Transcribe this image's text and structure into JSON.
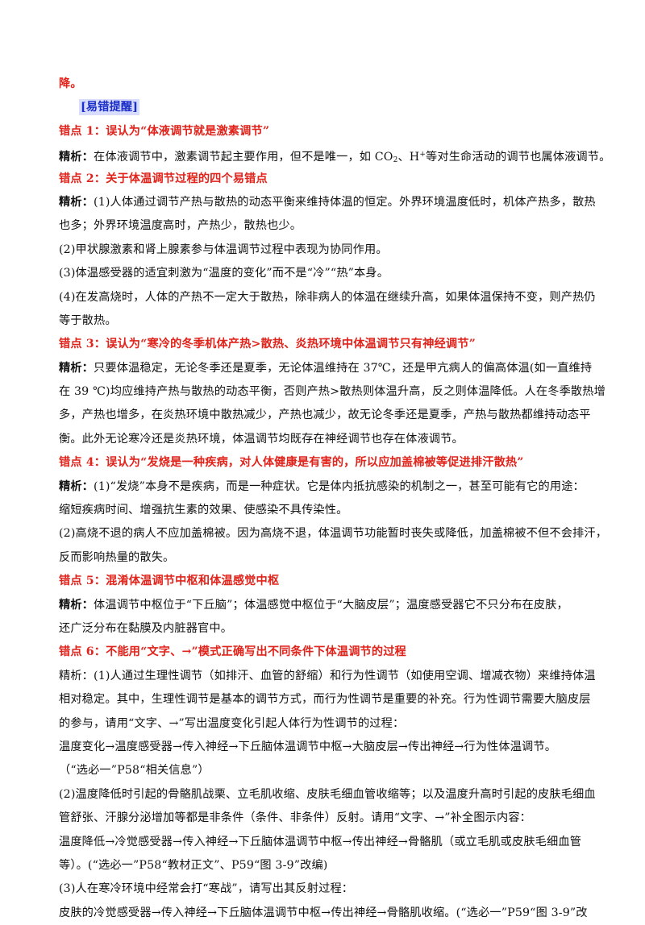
{
  "lines": {
    "l0": "降。",
    "hint": "[易错提醒]",
    "e1": "错点 1：误认为“体液调节就是激素调节”",
    "e1a_label": "精析：",
    "e1a_pre": "在体液调节中，激素调节起主要作用，但不是唯一，如 CO",
    "e1a_sub": "2",
    "e1a_mid": "、H",
    "e1a_sup": "+",
    "e1a_post": "等对生命活动的调节也属体液调节。",
    "e2": "错点 2：关于体温调节过程的四个易错点",
    "e2a_label": "精析：",
    "e2a": "(1)人体通过调节产热与散热的动态平衡来维持体温的恒定。外界环境温度低时，机体产热多，散热",
    "e2b": "也多；外界环境温度高时，产热少，散热也少。",
    "e2c": "(2)甲状腺激素和肾上腺素参与体温调节过程中表现为协同作用。",
    "e2d": "(3)体温感受器的适宜刺激为“温度的变化”而不是“冷”“热”本身。",
    "e2e": "(4)在发高烧时，人体的产热不一定大于散热，除非病人的体温在继续升高，如果体温保持不变，则产热仍",
    "e2f": "等于散热。",
    "e3": "错点 3：误认为“寒冷的冬季机体产热>散热、炎热环境中体温调节只有神经调节”",
    "e3a_label": "精析：",
    "e3a": "只要体温稳定，无论冬季还是夏季，无论体温维持在 37℃，还是甲亢病人的偏高体温(如一直维持",
    "e3b": "在 39 ℃)均应维持产热与散热的动态平衡，否则产热>散热则体温升高，反之则体温降低。人在冬季散热增",
    "e3c": "多，产热也增多，在炎热环境中散热减少，产热也减少，故无论冬季还是夏季，产热与散热都维持动态平",
    "e3d": "衡。此外无论寒冷还是炎热环境，体温调节均既存在神经调节也存在体液调节。",
    "e4": "错点 4：误认为“发烧是一种疾病，对人体健康是有害的，所以应加盖棉被等促进排汗散热”",
    "e4a_label": "精析：",
    "e4a": "(1)“发烧”本身不是疾病，而是一种症状。它是体内抵抗感染的机制之一，甚至可能有它的用途：",
    "e4b": "缩短疾病时间、增强抗生素的效果、使感染不具传染性。",
    "e4c": "(2)高烧不退的病人不应加盖棉被。因为高烧不退，体温调节功能暂时丧失或降低，加盖棉被不但不会排汗，",
    "e4d": "反而影响热量的散失。",
    "e5": "错点 5：混淆体温调节中枢和体温感觉中枢",
    "e5a_label": "精析：",
    "e5a": "体温调节中枢位于“下丘脑”；体温感觉中枢位于“大脑皮层”；温度感受器它不只分布在皮肤，",
    "e5b": "还广泛分布在黏膜及内脏器官中。",
    "e6": "错点 6：不能用“文字、→”模式正确写出不同条件下体温调节的过程",
    "e6a": "精析：(1)人通过生理性调节（如排汗、血管的舒缩）和行为性调节（如使用空调、增减衣物）来维持体温",
    "e6b": "相对稳定。其中，生理性调节是基本的调节方式，而行为性调节是重要的补充。行为性调节需要大脑皮层",
    "e6c": "的参与，请用“文字、→”写出温度变化引起人体行为性调节的过程：",
    "e6d": "温度变化→温度感受器→传入神经→下丘脑体温调节中枢→大脑皮层→传出神经→行为性体温调节。",
    "e6e": "（“选必一”P58“相关信息”）",
    "e6f": "(2)温度降低时引起的骨骼肌战栗、立毛肌收缩、皮肤毛细血管收缩等；以及温度升高时引起的皮肤毛细血",
    "e6g": "管舒张、汗腺分泌增加等都是非条件（条件、非条件）反射。请用“文字、→”补全图示内容：",
    "e6h": "温度降低→冷觉感受器→传入神经→下丘脑体温调节中枢→传出神经→骨骼肌（或立毛肌或皮肤毛细血管",
    "e6i": "等）。(“选必一”P58“教材正文”、P59“图 3-9”改编)",
    "e6j": "(3)人在寒冷环境中经常会打“寒战”，请写出其反射过程：",
    "e6k": "皮肤的冷觉感受器→传入神经→下丘脑体温调节中枢→传出神经→骨骼肌收缩。(“选必一”P59“图 3-9”改"
  },
  "colors": {
    "error_heading": "#e0231b",
    "highlight_bg": "#d8dcff",
    "highlight_text": "#1a2ec8"
  }
}
